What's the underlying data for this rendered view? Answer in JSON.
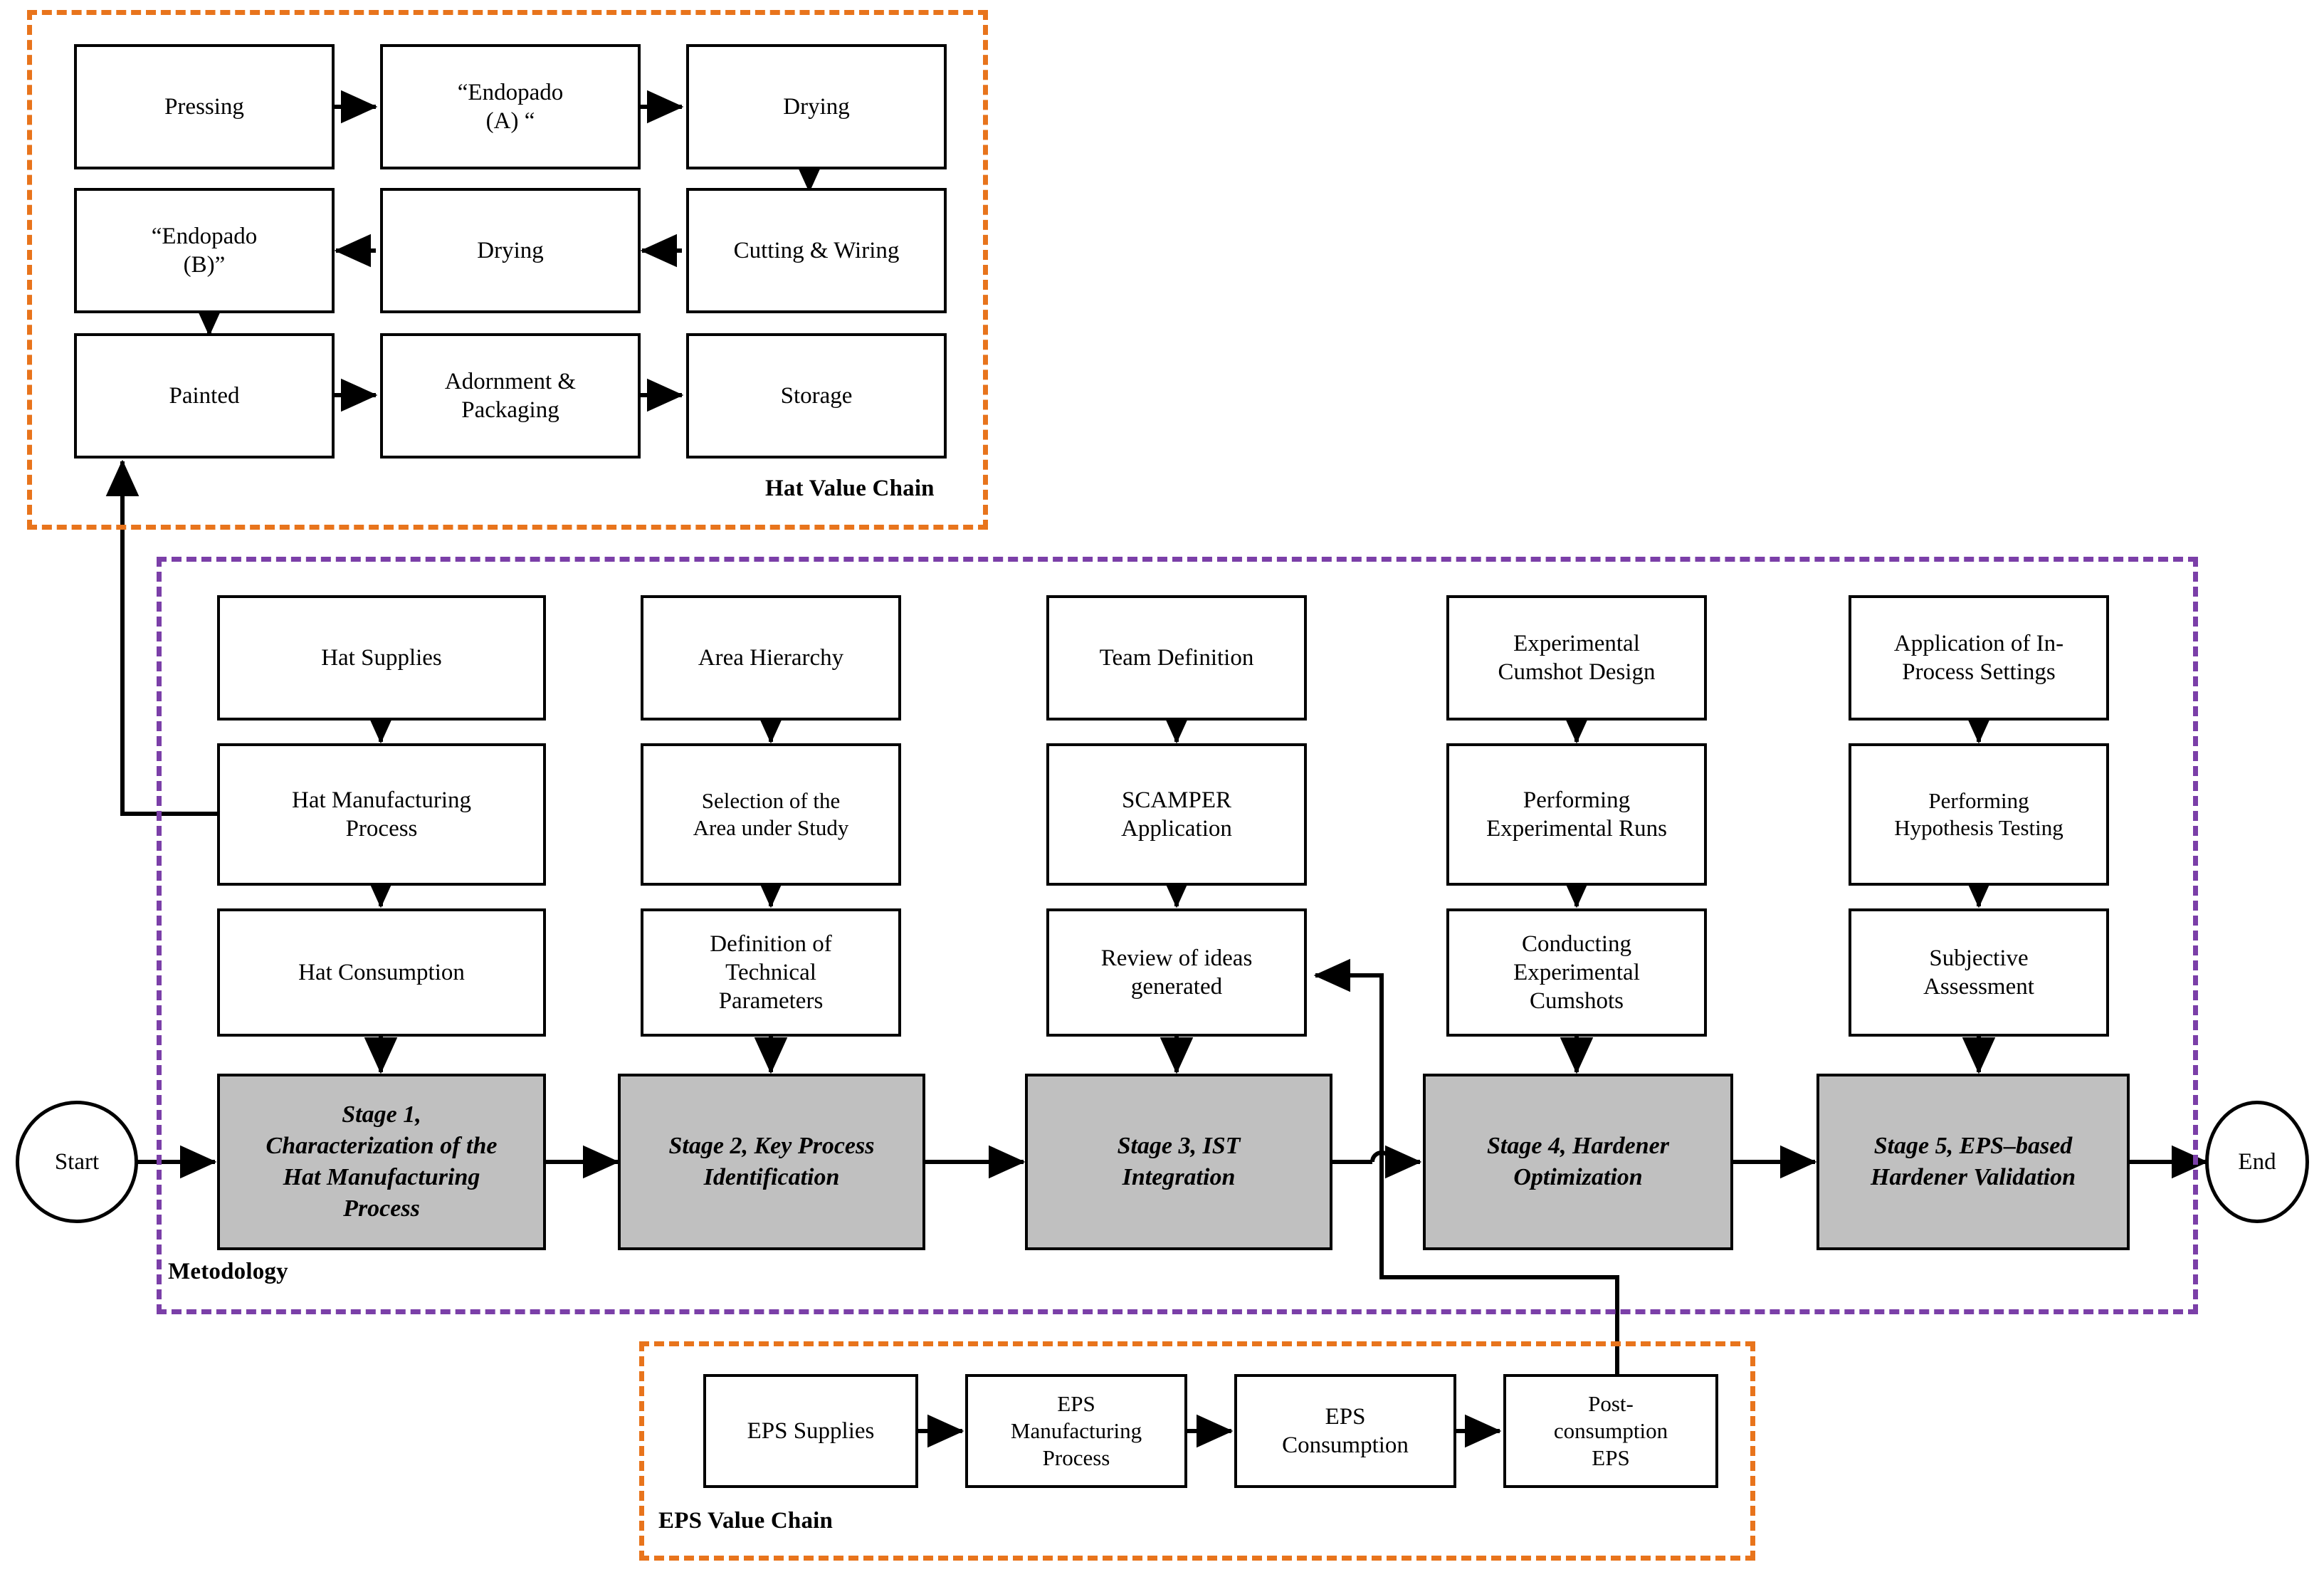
{
  "diagram": {
    "title": "Methodology flowchart linking Hat Value Chain, Metodology stages and EPS Value Chain",
    "colors": {
      "hat_chain_border": "#e8741c",
      "metodology_border": "#7b3fa8",
      "eps_chain_border": "#e8741c",
      "stage_fill": "#c0c0c0",
      "node_stroke": "#000000",
      "background": "#ffffff"
    }
  },
  "hat_value_chain": {
    "label": "Hat Value Chain",
    "nodes": [
      {
        "id": "pressing",
        "text": "Pressing"
      },
      {
        "id": "endopado-a",
        "text": "“Endopado (A) “"
      },
      {
        "id": "drying-1",
        "text": "Drying"
      },
      {
        "id": "cutting",
        "text": "Cutting & Wiring"
      },
      {
        "id": "drying-2",
        "text": "Drying"
      },
      {
        "id": "endopado-b",
        "text": "“Endopado (B)”"
      },
      {
        "id": "painted",
        "text": "Painted"
      },
      {
        "id": "adornment",
        "text": "Adornment & Packaging"
      },
      {
        "id": "storage",
        "text": "Storage"
      }
    ],
    "node_lines": {
      "pressing": [
        "Pressing"
      ],
      "endopado-a": [
        "“Endopado",
        "(A) “"
      ],
      "drying-1": [
        "Drying"
      ],
      "cutting": [
        "Cutting & Wiring"
      ],
      "drying-2": [
        "Drying"
      ],
      "endopado-b": [
        "“Endopado",
        "(B)”"
      ],
      "painted": [
        "Painted"
      ],
      "adornment": [
        "Adornment &",
        "Packaging"
      ],
      "storage": [
        "Storage"
      ]
    }
  },
  "metodology": {
    "label": "Metodology",
    "start_label": "Start",
    "end_label": "End",
    "columns": [
      {
        "id": "col-1",
        "steps": [
          {
            "id": "hat-supplies",
            "lines": [
              "Hat Supplies"
            ]
          },
          {
            "id": "hat-manufacturing-process",
            "lines": [
              "Hat Manufacturing",
              "Process"
            ]
          },
          {
            "id": "hat-consumption",
            "lines": [
              "Hat Consumption"
            ]
          }
        ],
        "stage": {
          "id": "stage-1",
          "lines": [
            "Stage 1,",
            "Characterization of the",
            "Hat Manufacturing",
            "Process"
          ]
        }
      },
      {
        "id": "col-2",
        "steps": [
          {
            "id": "area-hierarchy",
            "lines": [
              "Area Hierarchy"
            ]
          },
          {
            "id": "selection-of-area",
            "lines": [
              "Selection of the",
              "Area under Study"
            ]
          },
          {
            "id": "definition-technical-parameters",
            "lines": [
              "Definition of",
              "Technical",
              "Parameters"
            ]
          }
        ],
        "stage": {
          "id": "stage-2",
          "lines": [
            "Stage 2, Key Process",
            "Identification"
          ]
        }
      },
      {
        "id": "col-3",
        "steps": [
          {
            "id": "team-definition",
            "lines": [
              "Team Definition"
            ]
          },
          {
            "id": "scamper-application",
            "lines": [
              "SCAMPER",
              "Application"
            ]
          },
          {
            "id": "review-of-ideas",
            "lines": [
              "Review of ideas",
              "generated"
            ]
          }
        ],
        "stage": {
          "id": "stage-3",
          "lines": [
            "Stage 3, IST",
            "Integration"
          ]
        }
      },
      {
        "id": "col-4",
        "steps": [
          {
            "id": "experimental-cumshot-design",
            "lines": [
              "Experimental",
              "Cumshot Design"
            ]
          },
          {
            "id": "performing-experimental-runs",
            "lines": [
              "Performing",
              "Experimental Runs"
            ]
          },
          {
            "id": "conducting-experimental-cumshots",
            "lines": [
              "Conducting",
              "Experimental",
              "Cumshots"
            ]
          }
        ],
        "stage": {
          "id": "stage-4",
          "lines": [
            "Stage 4, Hardener",
            "Optimization"
          ]
        }
      },
      {
        "id": "col-5",
        "steps": [
          {
            "id": "application-in-process-settings",
            "lines": [
              "Application of In-",
              "Process Settings"
            ]
          },
          {
            "id": "performing-hypothesis-testing",
            "lines": [
              "Performing",
              "Hypothesis Testing"
            ]
          },
          {
            "id": "subjective-assessment",
            "lines": [
              "Subjective",
              "Assessment"
            ]
          }
        ],
        "stage": {
          "id": "stage-5",
          "lines": [
            "Stage 5, EPS–based",
            "Hardener Validation"
          ]
        }
      }
    ]
  },
  "eps_value_chain": {
    "label": "EPS Value Chain",
    "nodes": [
      {
        "id": "eps-supplies",
        "lines": [
          "EPS Supplies"
        ]
      },
      {
        "id": "eps-manufacturing-process",
        "lines": [
          "EPS",
          "Manufacturing",
          "Process"
        ]
      },
      {
        "id": "eps-consumption",
        "lines": [
          "EPS",
          "Consumption"
        ]
      },
      {
        "id": "post-consumption-eps",
        "lines": [
          "Post-",
          "consumption",
          "EPS"
        ]
      }
    ]
  }
}
